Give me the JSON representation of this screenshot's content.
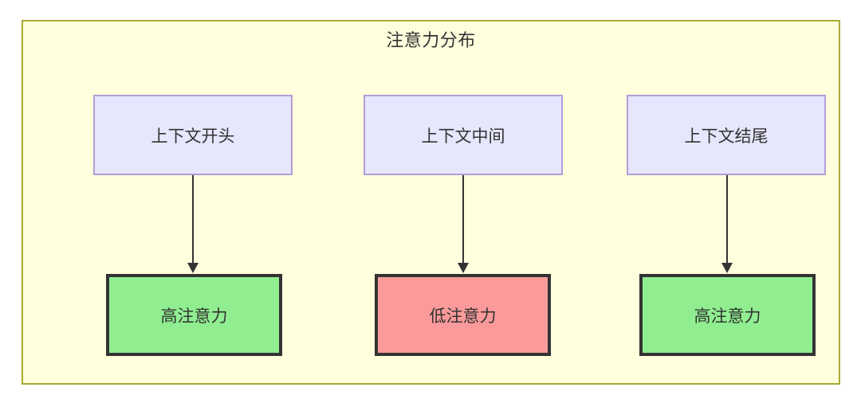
{
  "diagram": {
    "title": "注意力分布",
    "background_color": "#ffffdd",
    "border_color": "#aaaa33",
    "source_nodes": [
      {
        "id": "context-start",
        "label": "上下文开头",
        "fill": "#e6e6fd",
        "border": "#b39ddb"
      },
      {
        "id": "context-middle",
        "label": "上下文中间",
        "fill": "#e6e6fd",
        "border": "#b39ddb"
      },
      {
        "id": "context-end",
        "label": "上下文结尾",
        "fill": "#e6e6fd",
        "border": "#b39ddb"
      }
    ],
    "target_nodes": [
      {
        "id": "high-attention-start",
        "label": "高注意力",
        "fill": "#90ee90",
        "border": "#333333"
      },
      {
        "id": "low-attention-middle",
        "label": "低注意力",
        "fill": "#fa9a9a",
        "border": "#333333"
      },
      {
        "id": "high-attention-end",
        "label": "高注意力",
        "fill": "#90ee90",
        "border": "#333333"
      }
    ],
    "edges": [
      {
        "from": "context-start",
        "to": "high-attention-start",
        "label": ""
      },
      {
        "from": "context-middle",
        "to": "low-attention-middle",
        "label": ""
      },
      {
        "from": "context-end",
        "to": "high-attention-end",
        "label": ""
      }
    ]
  }
}
